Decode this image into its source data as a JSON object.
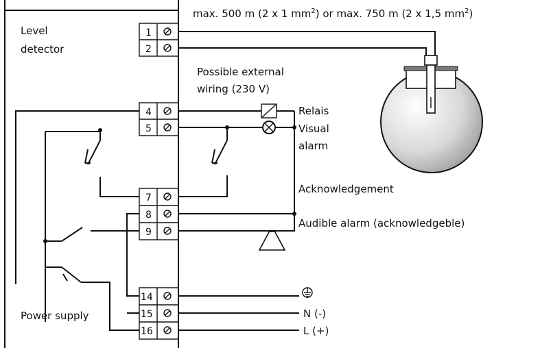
{
  "header_note": {
    "prefix": "max. 500 m (2 x 1 mm",
    "mid": ") or max. 750 m (2 x 1,5 mm",
    "suffix": ")",
    "sup": "2"
  },
  "device_label": {
    "line1": "Level",
    "line2": "detector"
  },
  "external_wiring": {
    "line1": "Possible external",
    "line2": "wiring (230 V)"
  },
  "terminals": [
    "1",
    "2",
    "4",
    "5",
    "7",
    "8",
    "9",
    "14",
    "15",
    "16"
  ],
  "labels": {
    "relais": "Relais",
    "visual1": "Visual",
    "visual2": "alarm",
    "acknowledgement": "Acknowledgement",
    "audible": "Audible alarm (acknowledgeble)",
    "power_supply": "Power supply",
    "neutral": "N (-)",
    "live": "L (+)",
    "earth_symbol": "⏚"
  },
  "terminal_screw_glyph": "⊘"
}
